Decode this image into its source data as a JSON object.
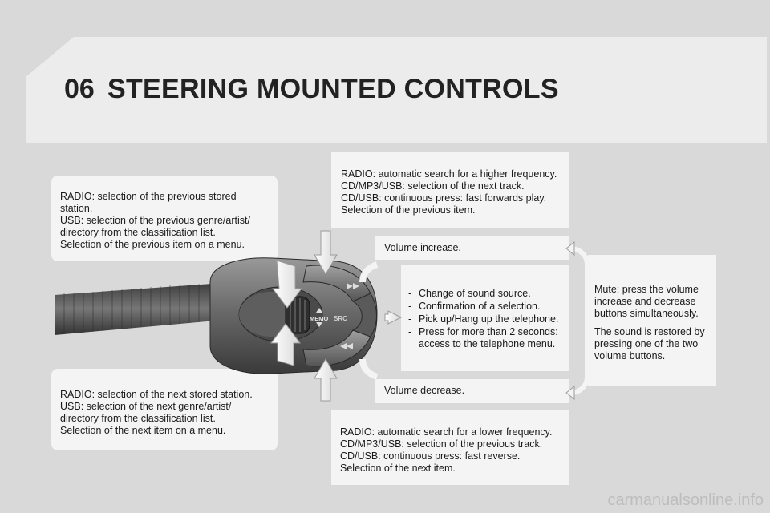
{
  "header": {
    "chapter": "06",
    "title": "STEERING MOUNTED CONTROLS"
  },
  "callouts": {
    "prev_stored": {
      "lines": [
        "RADIO: selection of the previous stored",
        "station.",
        "USB: selection of the previous genre/artist/",
        "directory from the classification list.",
        "Selection of the previous item on a menu."
      ]
    },
    "next_stored": {
      "lines": [
        "RADIO: selection of the next stored station.",
        "USB: selection of the next genre/artist/",
        "directory from the classification list.",
        "Selection of the next item on a menu."
      ]
    },
    "higher_freq": {
      "lines": [
        "RADIO: automatic search for a higher frequency.",
        "CD/MP3/USB: selection of the next track.",
        "CD/USB: continuous press: fast forwards play.",
        "Selection of the previous item."
      ]
    },
    "lower_freq": {
      "lines": [
        "RADIO: automatic search for a lower frequency.",
        "CD/MP3/USB: selection of the previous track.",
        "CD/USB: continuous press: fast reverse.",
        "Selection of the next item."
      ]
    },
    "volume_increase": "Volume increase.",
    "volume_decrease": "Volume decrease.",
    "src": {
      "items": [
        "Change of sound source.",
        "Confirmation of a selection.",
        "Pick up/Hang up the telephone.",
        "Press for more than 2 seconds: access to the telephone menu."
      ]
    },
    "mute": {
      "para1": "Mute: press the volume increase and decrease buttons simultaneously.",
      "para2": "The sound is restored by pressing one of the two volume buttons."
    }
  },
  "control": {
    "memo_label": "MEMO",
    "src_label": "SRC",
    "next_icon": "fast-forward-icon",
    "prev_icon": "rewind-icon"
  },
  "watermark": "carmanualsonline.info"
}
